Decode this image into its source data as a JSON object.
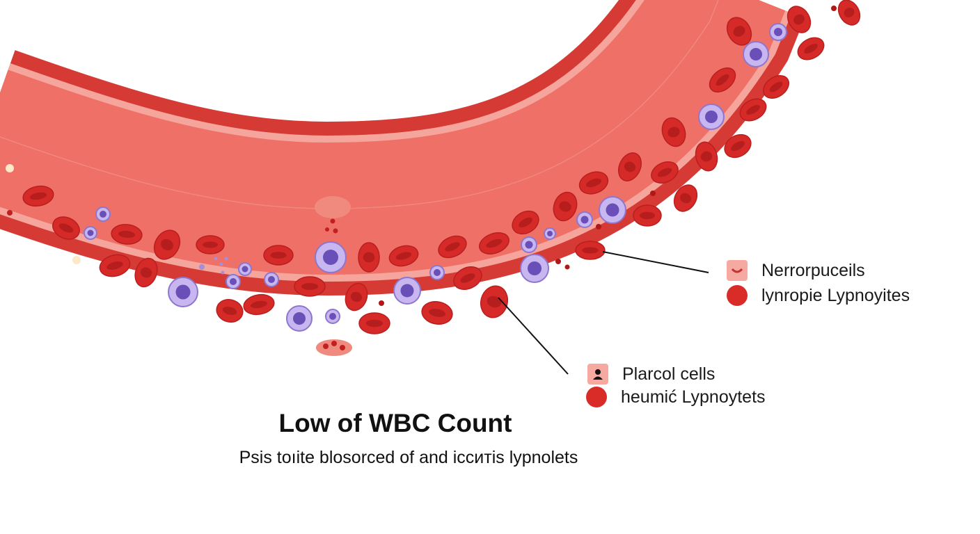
{
  "title": "Low of WBC Count",
  "subtitle": "Psis toıite blosorced of  and iccитіs  lypnolets",
  "legend_top": {
    "items": [
      {
        "label": "Nerrorpuceils",
        "icon": "notched-cell-square-icon"
      },
      {
        "label": "lynropie  Lypnoyites",
        "icon": "red-cell-circle-icon"
      }
    ]
  },
  "legend_bottom": {
    "items": [
      {
        "label": "Plarcol cells",
        "icon": "person-square-icon"
      },
      {
        "label": "heumić  Lypnoytets",
        "icon": "red-cell-circle-icon"
      }
    ]
  },
  "colors": {
    "vessel_wall": "#d63a34",
    "vessel_lumen": "#ee7066",
    "red_blood_cell": "#d62a28",
    "white_blood_cell": "#a48fd8",
    "wbc_nucleus": "#6a4fb8",
    "legend_square": "#f5a9a0",
    "legend_circle": "#d92b28"
  }
}
